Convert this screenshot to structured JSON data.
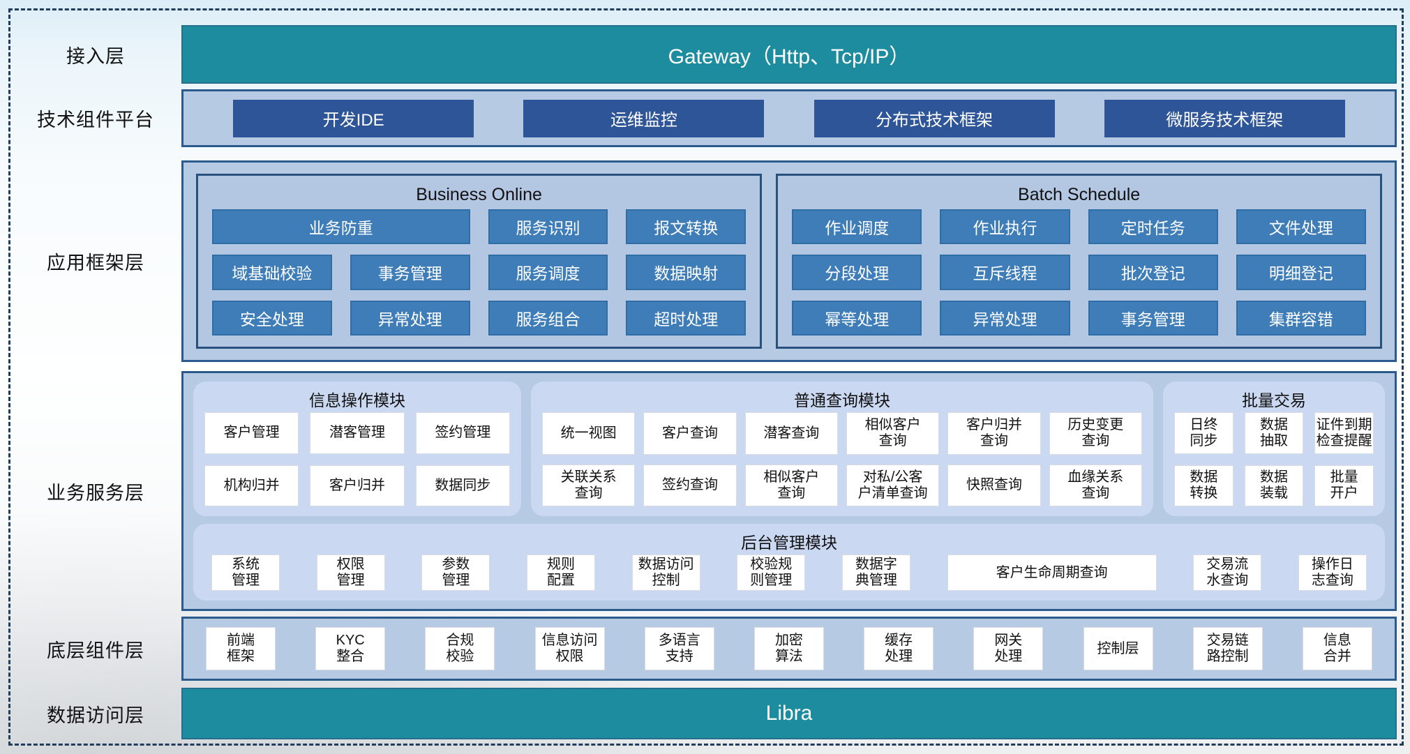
{
  "colors": {
    "teal": "#1E8C9F",
    "navy_button": "#2E5597",
    "steel_cell": "#3F7DB8",
    "container_fill": "#B7CAE3",
    "panel_fill": "#CBD8F1",
    "frame_dash": "#223C5C"
  },
  "side_labels": {
    "access": "接入层",
    "tech": "技术组件平台",
    "app": "应用框架层",
    "service": "业务服务层",
    "component": "底层组件层",
    "data_access": "数据访问层"
  },
  "access": {
    "gateway_label": "Gateway（Http、Tcp/IP）"
  },
  "tech": {
    "items": [
      "开发IDE",
      "运维监控",
      "分布式技术框架",
      "微服务技术框架"
    ]
  },
  "app": {
    "business_online": {
      "title": "Business Online",
      "row1": [
        "业务防重",
        "服务识别",
        "报文转换"
      ],
      "row2": [
        "域基础校验",
        "事务管理",
        "服务调度",
        "数据映射"
      ],
      "row3": [
        "安全处理",
        "异常处理",
        "服务组合",
        "超时处理"
      ]
    },
    "batch_schedule": {
      "title": "Batch Schedule",
      "row1": [
        "作业调度",
        "作业执行",
        "定时任务",
        "文件处理"
      ],
      "row2": [
        "分段处理",
        "互斥线程",
        "批次登记",
        "明细登记"
      ],
      "row3": [
        "幂等处理",
        "异常处理",
        "事务管理",
        "集群容错"
      ]
    }
  },
  "service": {
    "info_module": {
      "title": "信息操作模块",
      "row1": [
        "客户管理",
        "潜客管理",
        "签约管理"
      ],
      "row2": [
        "机构归并",
        "客户归并",
        "数据同步"
      ]
    },
    "query_module": {
      "title": "普通查询模块",
      "row1": [
        "统一视图",
        "客户查询",
        "潜客查询",
        "相似客户\n查询",
        "客户归并\n查询",
        "历史变更\n查询"
      ],
      "row2": [
        "关联关系\n查询",
        "签约查询",
        "相似客户\n查询",
        "对私/公客\n户清单查询",
        "快照查询",
        "血缘关系\n查询"
      ]
    },
    "batch_trade": {
      "title": "批量交易",
      "row1": [
        "日终\n同步",
        "数据\n抽取",
        "证件到期\n检查提醒"
      ],
      "row2": [
        "数据\n转换",
        "数据\n装载",
        "批量\n开户"
      ]
    },
    "admin_module": {
      "title": "后台管理模块",
      "items": [
        "系统\n管理",
        "权限\n管理",
        "参数\n管理",
        "规则\n配置",
        "数据访问\n控制",
        "校验规\n则管理",
        "数据字\n典管理",
        "客户生命周期查询",
        "交易流\n水查询",
        "操作日\n志查询"
      ]
    }
  },
  "component": {
    "items": [
      "前端\n框架",
      "KYC\n整合",
      "合规\n校验",
      "信息访问\n权限",
      "多语言\n支持",
      "加密\n算法",
      "缓存\n处理",
      "网关\n处理",
      "控制层",
      "交易链\n路控制",
      "信息\n合并"
    ]
  },
  "data_access": {
    "libra_label": "Libra"
  }
}
